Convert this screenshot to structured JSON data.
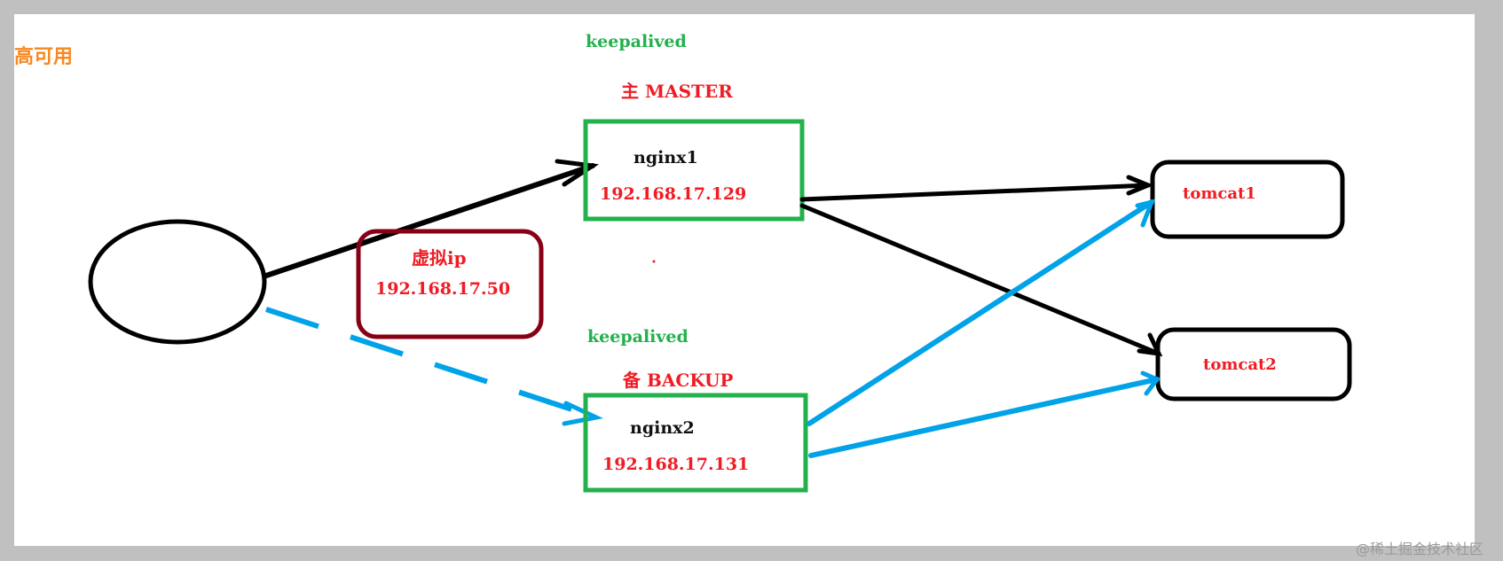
{
  "title": "高可用",
  "master": {
    "software": "keepalived",
    "role": "主 MASTER",
    "name": "nginx1",
    "ip": "192.168.17.129"
  },
  "backup": {
    "software": "keepalived",
    "role": "备 BACKUP",
    "name": "nginx2",
    "ip": "192.168.17.131"
  },
  "vip": {
    "label": "虚拟ip",
    "ip": "192.168.17.50"
  },
  "servers": [
    {
      "name": "tomcat1"
    },
    {
      "name": "tomcat2"
    }
  ],
  "watermark": "@稀土掘金技术社区",
  "colors": {
    "master_box": "#22b14c",
    "vip_box": "#880015",
    "active_path": "#000000",
    "standby_path": "#00a2e8",
    "label_red": "#ef1c24",
    "label_green": "#22b14c",
    "title_orange": "#f7891f"
  }
}
